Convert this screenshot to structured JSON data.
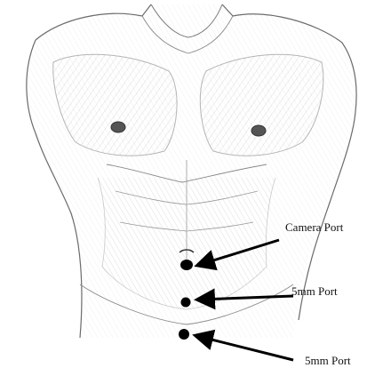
{
  "figure": {
    "labels": {
      "camera_port": "Camera Port",
      "port_mid": "5mm Port",
      "port_low": "5mm Port"
    }
  }
}
